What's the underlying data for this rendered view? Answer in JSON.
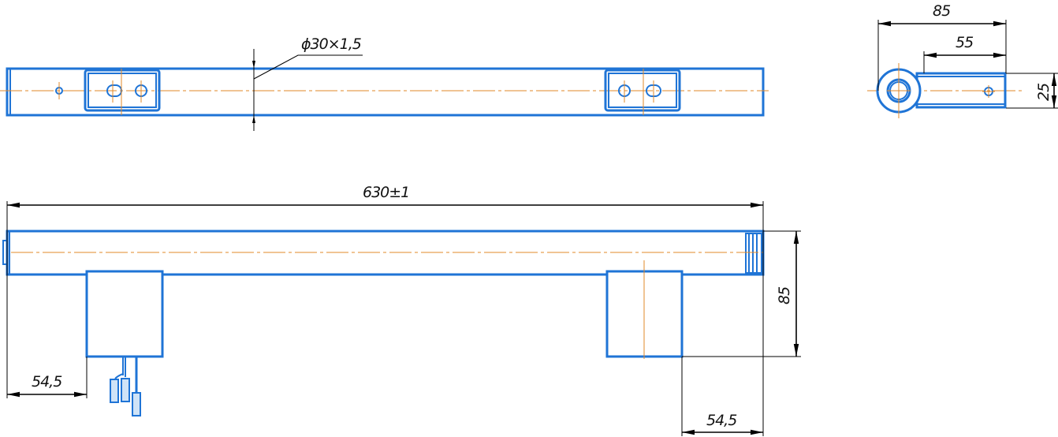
{
  "title": "Technical drawing of tubular heater bar",
  "colors": {
    "contour": "#1f74d6",
    "centerline": "#e0892a",
    "dimension": "#000000"
  },
  "dimensions": {
    "tube_diameter": "ϕ30×1,5",
    "side_width": "85",
    "side_bracket": "55",
    "side_height": "25",
    "overall_length": "630±1",
    "front_height": "85",
    "left_offset": "54,5",
    "right_offset": "54,5"
  }
}
